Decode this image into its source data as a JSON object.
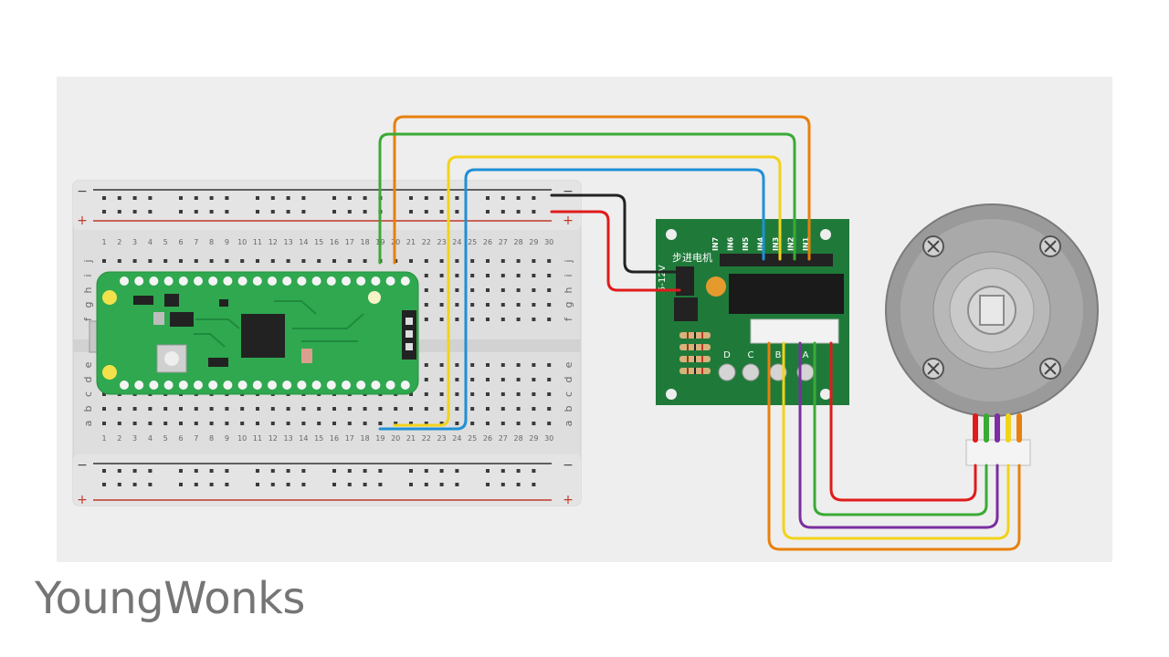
{
  "breadboard": {
    "rail_minus": "−",
    "rail_plus": "+",
    "column_numbers": [
      "1",
      "2",
      "3",
      "4",
      "5",
      "6",
      "7",
      "8",
      "9",
      "10",
      "11",
      "12",
      "13",
      "14",
      "15",
      "16",
      "17",
      "18",
      "19",
      "20",
      "21",
      "22",
      "23",
      "24",
      "25",
      "26",
      "27",
      "28",
      "29",
      "30"
    ],
    "row_letters_top": [
      "j",
      "i",
      "h",
      "g",
      "f"
    ],
    "row_letters_bottom": [
      "e",
      "d",
      "c",
      "b",
      "a"
    ]
  },
  "driver_board": {
    "pin_labels": [
      "IN7",
      "IN6",
      "IN5",
      "IN4",
      "IN3",
      "IN2",
      "IN1"
    ],
    "title_chinese": "步进电机",
    "power_label": "5-12V",
    "led_labels": [
      "D",
      "C",
      "B",
      "A"
    ]
  },
  "wire_colors": {
    "orange": "#e8800c",
    "green": "#3aaa35",
    "yellow": "#f2d31b",
    "blue": "#1e90d6",
    "black": "#222222",
    "red": "#e01b1b",
    "purple": "#7b2fa0"
  },
  "brand": {
    "name": "YoungWonks"
  }
}
